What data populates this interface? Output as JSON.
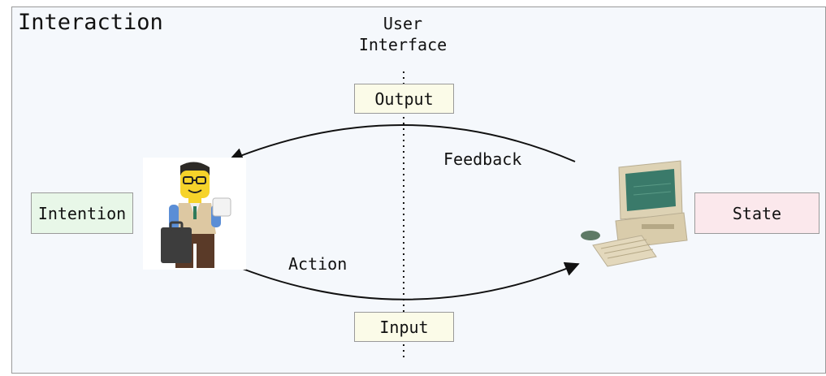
{
  "title": "Interaction",
  "ui_label_line1": "User",
  "ui_label_line2": "Interface",
  "output": "Output",
  "input": "Input",
  "intention": "Intention",
  "state": "State",
  "feedback": "Feedback",
  "action": "Action",
  "colors": {
    "background": "#f5f8fc",
    "output_fill": "#fbfbe8",
    "intention_fill": "#e8f7e8",
    "state_fill": "#fbe8ec"
  },
  "icons": [
    "lego-user-figure-icon",
    "retro-computer-icon"
  ]
}
